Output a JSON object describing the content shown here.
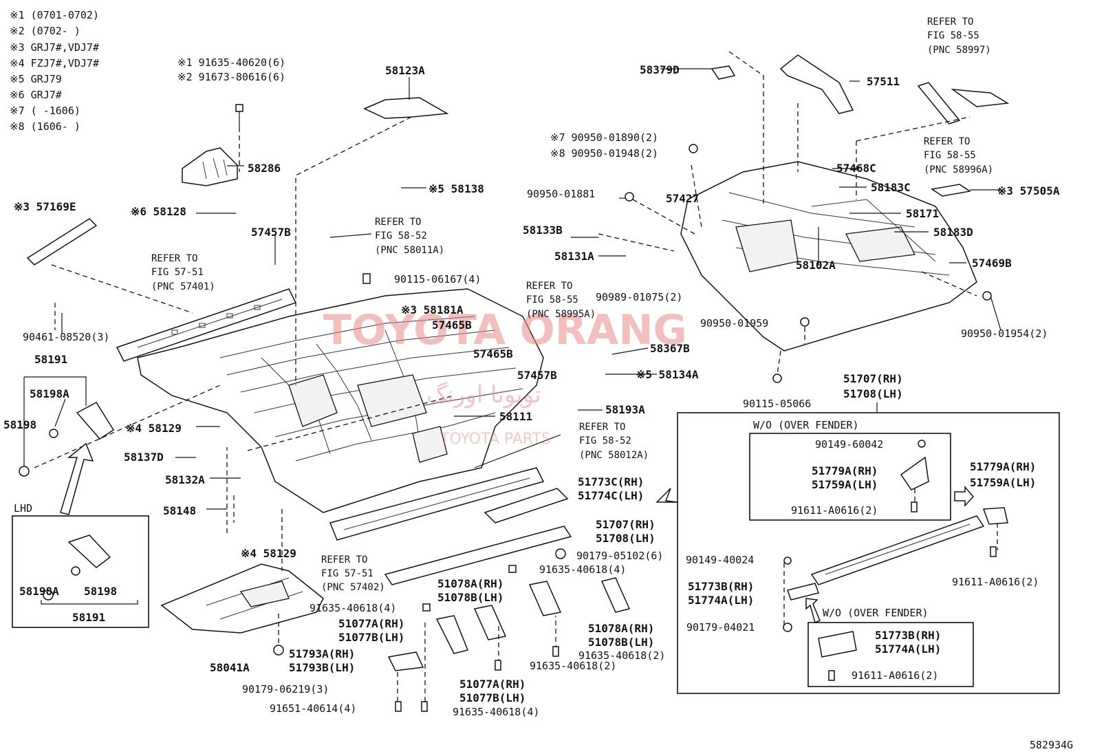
{
  "legend": [
    "※1 (0701-0702)",
    "※2 (0702-      )",
    "※3 GRJ7#,VDJ7#",
    "※4 FZJ7#,VDJ7#",
    "※5 GRJ79",
    "※6 GRJ7#",
    "※7 (      -1606)",
    "※8 (1606-      )"
  ],
  "labels": {
    "bolt_top_1": "※1 91635-40620(6)",
    "bolt_top_2": "※2 91673-80616(6)",
    "p58123A": "58123A",
    "p58286": "58286",
    "p58138": "※5 58138",
    "p58128": "※6 58128",
    "p57169E": "※3 57169E",
    "p57457B_a": "57457B",
    "ref5752_1": "REFER TO",
    "ref5752_2": "FIG 58-52",
    "ref5752_3": "(PNC 58011A)",
    "ref5751_1": "REFER TO",
    "ref5751_2": "FIG 57-51",
    "ref5751_3": "(PNC 57401)",
    "p90115_06167": "90115-06167(4)",
    "ref5855a_1": "REFER TO",
    "ref5855a_2": "FIG 58-55",
    "ref5855a_3": "(PNC 58995A)",
    "p58181A": "※3 58181A",
    "p57465B_a": "57465B",
    "p57465B_b": "57465B",
    "p57457B_b": "57457B",
    "p90461": "90461-08520(3)",
    "p58191_a": "58191",
    "p58198A_a": "58198A",
    "p58198_a": "58198",
    "p58129_a": "※4 58129",
    "p58137D": "58137D",
    "p58132A": "58132A",
    "p58148": "58148",
    "p58111": "58111",
    "p58129_b": "※4 58129",
    "lhd": "LHD",
    "p58198A_b": "58198A",
    "p58198_b": "58198",
    "p58191_b": "58191",
    "ref5751b_1": "REFER TO",
    "ref5751b_2": "FIG 57-51",
    "ref5751b_3": "(PNC 57402)",
    "p58041A": "58041A",
    "p91635_4a": "91635-40618(4)",
    "p51077A_rh": "51077A(RH)",
    "p51077B_lh": "51077B(LH)",
    "p51793A": "51793A(RH)",
    "p51793B": "51793B(LH)",
    "p90179_06219": "90179-06219(3)",
    "p91651": "91651-40614(4)",
    "p91635_4b": "91635-40618(4)",
    "p51077A_rh2": "51077A(RH)",
    "p51077B_lh2": "51077B(LH)",
    "p91635_2a": "91635-40618(2)",
    "p51078A_rh": "51078A(RH)",
    "p51078B_lh": "51078B(LH)",
    "p91635_4c": "91635-40618(4)",
    "p51078A_rh2": "51078A(RH)",
    "p51078B_lh2": "51078B(LH)",
    "p91635_2b": "91635-40618(2)",
    "p51773C": "51773C(RH)",
    "p51774C": "51774C(LH)",
    "p51707": "51707(RH)",
    "p51708": "51708(LH)",
    "p90179_05102": "90179-05102(6)",
    "ref5852b_1": "REFER TO",
    "ref5852b_2": "FIG 58-52",
    "ref5852b_3": "(PNC 58012A)",
    "p58193A": "58193A",
    "p58134A": "※5 58134A",
    "p58367B": "58367B",
    "p90989": "90989-01075(2)",
    "p90950_01959": "90950-01959",
    "p90115_05066": "90115-05066",
    "p58379D": "58379D",
    "p57511": "57511",
    "ref5855b_1": "REFER TO",
    "ref5855b_2": "FIG 58-55",
    "ref5855b_3": "(PNC 58997)",
    "ref5855c_1": "REFER TO",
    "ref5855c_2": "FIG 58-55",
    "ref5855c_3": "(PNC 58996A)",
    "p90950_01890": "※7 90950-01890(2)",
    "p90950_01948": "※8 90950-01948(2)",
    "p90950_01881": "90950-01881",
    "p57427": "57427",
    "p57468C": "57468C",
    "p58183C": "58183C",
    "p57505A": "※3 57505A",
    "p58171": "58171",
    "p58133B": "58133B",
    "p58183D": "58183D",
    "p58131A": "58131A",
    "p58102A": "58102A",
    "p57469B": "57469B",
    "p90950_01954": "90950-01954(2)",
    "p51707_b": "51707(RH)",
    "p51708_b": "51708(LH)",
    "wo_over_fender_1": "W/O (OVER FENDER)",
    "p90149_60042": "90149-60042",
    "p51779A_a": "51779A(RH)",
    "p51759A_a": "51759A(LH)",
    "p91611_a": "91611-A0616(2)",
    "p51779A_b": "51779A(RH)",
    "p51759A_b": "51759A(LH)",
    "p91611_b": "91611-A0616(2)",
    "p90149_40024": "90149-40024",
    "p51773B_a": "51773B(RH)",
    "p51774A_a": "51774A(LH)",
    "p90179_04021": "90179-04021",
    "wo_over_fender_2": "W/O (OVER FENDER)",
    "p51773B_b": "51773B(RH)",
    "p51774A_b": "51774A(LH)",
    "p91611_c": "91611-A0616(2)",
    "fig_code": "582934G"
  },
  "watermark": {
    "line1": "TOYOTA ORANG",
    "line2": "تويوتا اورنگ",
    "line3": "TOYOTA PARTS",
    "color": "#e88a8a"
  }
}
